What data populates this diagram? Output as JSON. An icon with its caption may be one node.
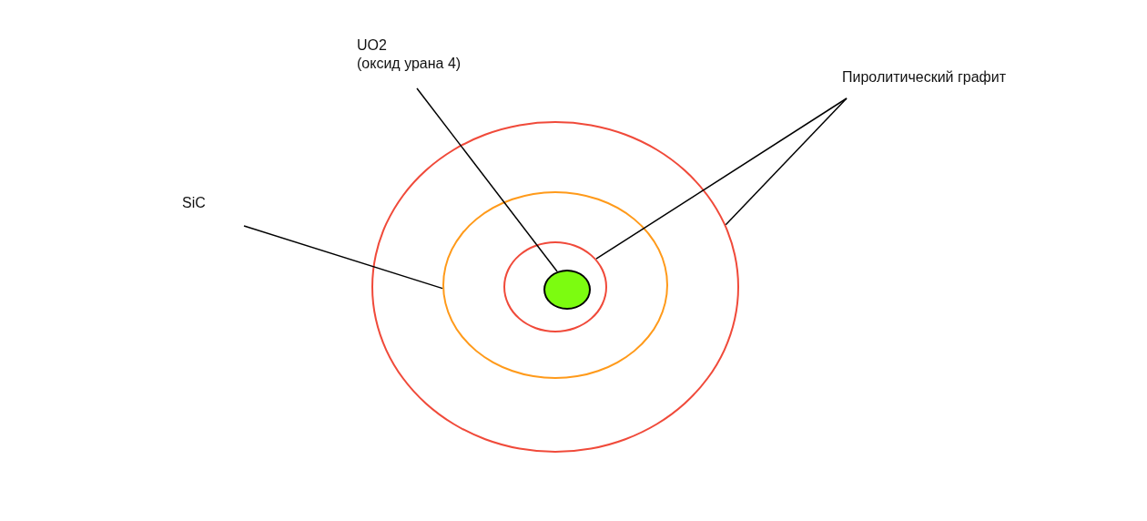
{
  "diagram": {
    "nodes": [
      {
        "text": [
          "UO2",
          "(оксид урана 4)"
        ]
      },
      {
        "text": [
          "SiC"
        ]
      },
      {
        "text": [
          "Пиролитический графит"
        ]
      },
      {
        "text": [],
        "shape": "circle"
      },
      {
        "text": [],
        "shape": "circle",
        "in": 3
      },
      {
        "text": [],
        "shape": "circle",
        "in": 4
      },
      {
        "text": [],
        "shape": "circle",
        "in": 5
      }
    ],
    "edges": [
      {
        "from": 0,
        "to": 6,
        "arrow": "none"
      },
      {
        "from": 1,
        "to": 4,
        "arrow": "none"
      },
      {
        "from": 2,
        "to": 5,
        "arrow": "none"
      },
      {
        "from": 2,
        "to": 3,
        "arrow": "none"
      }
    ]
  }
}
